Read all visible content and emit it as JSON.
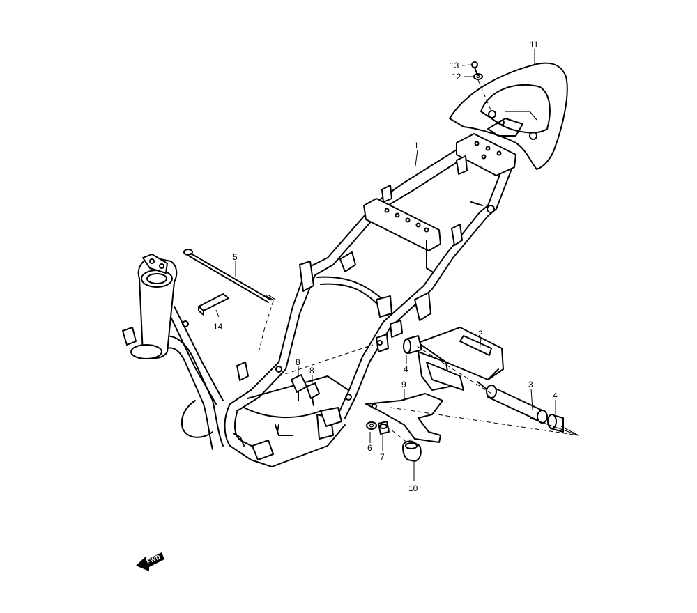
{
  "callouts": [
    {
      "id": "c1",
      "label": "1"
    },
    {
      "id": "c2",
      "label": "2"
    },
    {
      "id": "c3",
      "label": "3"
    },
    {
      "id": "c4a",
      "label": "4"
    },
    {
      "id": "c4b",
      "label": "4"
    },
    {
      "id": "c5",
      "label": "5"
    },
    {
      "id": "c6",
      "label": "6"
    },
    {
      "id": "c7",
      "label": "7"
    },
    {
      "id": "c8a",
      "label": "8"
    },
    {
      "id": "c8b",
      "label": "8"
    },
    {
      "id": "c9",
      "label": "9"
    },
    {
      "id": "c10",
      "label": "10"
    },
    {
      "id": "c11",
      "label": "11"
    },
    {
      "id": "c12",
      "label": "12"
    },
    {
      "id": "c13",
      "label": "13"
    },
    {
      "id": "c14",
      "label": "14"
    }
  ],
  "fwd_arrow": {
    "label": "FWD",
    "icon": "forward-arrow-icon"
  }
}
